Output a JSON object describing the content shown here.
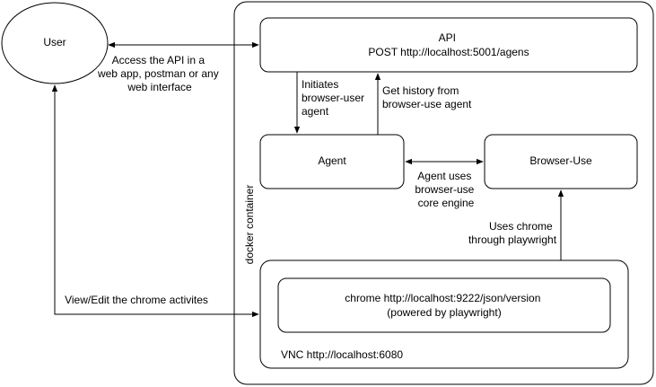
{
  "nodes": {
    "user": "User",
    "api": [
      "API",
      "POST http://localhost:5001/agens"
    ],
    "agent": "Agent",
    "browser_use": "Browser-Use",
    "chrome": [
      "chrome http://localhost:9222/json/version",
      "(powered by playwright)"
    ],
    "vnc": "VNC http://localhost:6080",
    "container": "docker container"
  },
  "edge_labels": {
    "user_api": [
      "Access the API in a",
      "web app, postman or any",
      "web interface"
    ],
    "api_agent": [
      "Initiates",
      "browser-user",
      "agent"
    ],
    "agent_api": [
      "Get history from",
      "browser-use agent"
    ],
    "agent_browser": [
      "Agent uses",
      "browser-use",
      "core engine"
    ],
    "vnc_browser": [
      "Uses chrome",
      "through playwright"
    ],
    "user_vnc": "View/Edit the chrome activites"
  },
  "colors": {
    "stroke": "#000000",
    "fill": "#ffffff",
    "text": "#000000"
  }
}
